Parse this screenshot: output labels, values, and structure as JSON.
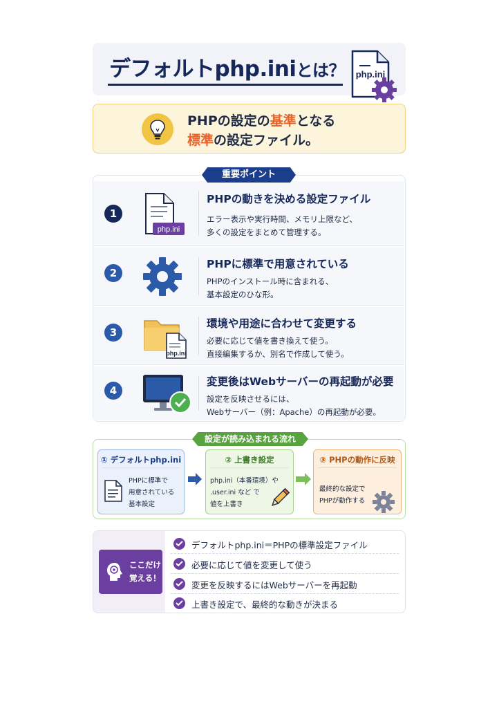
{
  "header": {
    "title_main": "デフォルトphp.ini",
    "title_suffix": "とは？",
    "icon_label": "php.ini"
  },
  "lead": {
    "line1_pre": "PHPの設定の",
    "line1_hl": "基準",
    "line1_post": "となる",
    "line2_hl": "標準",
    "line2_post": "の設定ファイル。"
  },
  "points": {
    "ribbon": "重要ポイント",
    "items": [
      {
        "num": "1",
        "title": "PHPの動きを決める設定ファイル",
        "desc1": "エラー表示や実行時間、メモリ上限など、",
        "desc2": "多くの設定をまとめて管理する。",
        "icon_label": "php.ini"
      },
      {
        "num": "2",
        "title": "PHPに標準で用意されている",
        "desc1": "PHPのインストール時に含まれる、",
        "desc2": "基本設定のひな形。"
      },
      {
        "num": "3",
        "title": "環境や用途に合わせて変更する",
        "desc1": "必要に応じて値を書き換えて使う。",
        "desc2": "直接編集するか、別名で作成して使う。",
        "icon_label": "php.ini"
      },
      {
        "num": "4",
        "title": "変更後はWebサーバーの再起動が必要",
        "desc1": "設定を反映させるには、",
        "desc2": "Webサーバー（例：Apache）の再起動が必要。"
      }
    ]
  },
  "flow": {
    "ribbon": "設定が読み込まれる流れ",
    "steps": [
      {
        "head": "① デフォルトphp.ini",
        "l1": "PHPに標準で",
        "l2": "用意されている",
        "l3": "基本設定"
      },
      {
        "head": "② 上書き設定",
        "l1": "php.ini（本番環境）や",
        "l2": ".user.ini など で",
        "l3": "値を上書き"
      },
      {
        "head": "③ PHPの動作に反映",
        "l1": "最終的な設定で",
        "l2": "PHPが動作する"
      }
    ]
  },
  "summary": {
    "badge1": "ここだけ",
    "badge2": "覚える！",
    "items": [
      "デフォルトphp.ini＝PHPの標準設定ファイル",
      "必要に応じて値を変更して使う",
      "変更を反映するにはWebサーバーを再起動",
      "上書き設定で、最終的な動きが決まる"
    ]
  },
  "colors": {
    "navy": "#16285a",
    "accent_orange": "#e8632a",
    "flow_green": "#58a23f",
    "memo_purple": "#6b3fa0"
  }
}
